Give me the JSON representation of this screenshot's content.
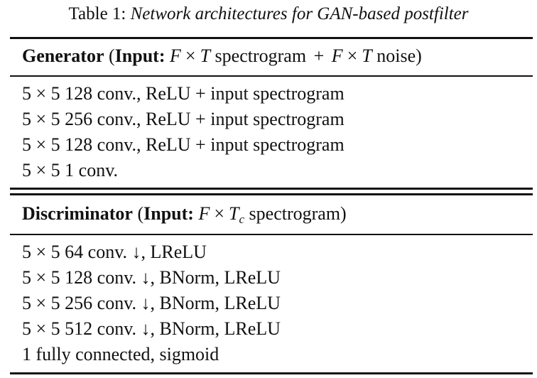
{
  "caption": {
    "label": "Table 1:",
    "title": "Network architectures for GAN-based postfilter"
  },
  "generator": {
    "name": "Generator",
    "open_paren": "(",
    "input_label": "Input:",
    "var_F": "F",
    "times": "×",
    "var_T": "T",
    "spectrogram_text": "spectrogram",
    "plus": "+",
    "noise_text": "noise)",
    "rows": [
      "5 × 5 128 conv., ReLU + input spectrogram",
      "5 × 5 256 conv., ReLU + input spectrogram",
      "5 × 5 128 conv., ReLU + input spectrogram",
      "5 × 5 1 conv."
    ]
  },
  "discriminator": {
    "name": "Discriminator",
    "open_paren": "(",
    "input_label": "Input:",
    "var_F": "F",
    "times": "×",
    "var_T": "T",
    "sub_c": "c",
    "spectrogram_text": "spectrogram)",
    "rows": [
      "5 × 5 64 conv. ↓, LReLU",
      "5 × 5 128 conv. ↓, BNorm, LReLU",
      "5 × 5 256 conv. ↓, BNorm, LReLU",
      "5 × 5 512 conv. ↓, BNorm, LReLU",
      "1 fully connected, sigmoid"
    ]
  }
}
